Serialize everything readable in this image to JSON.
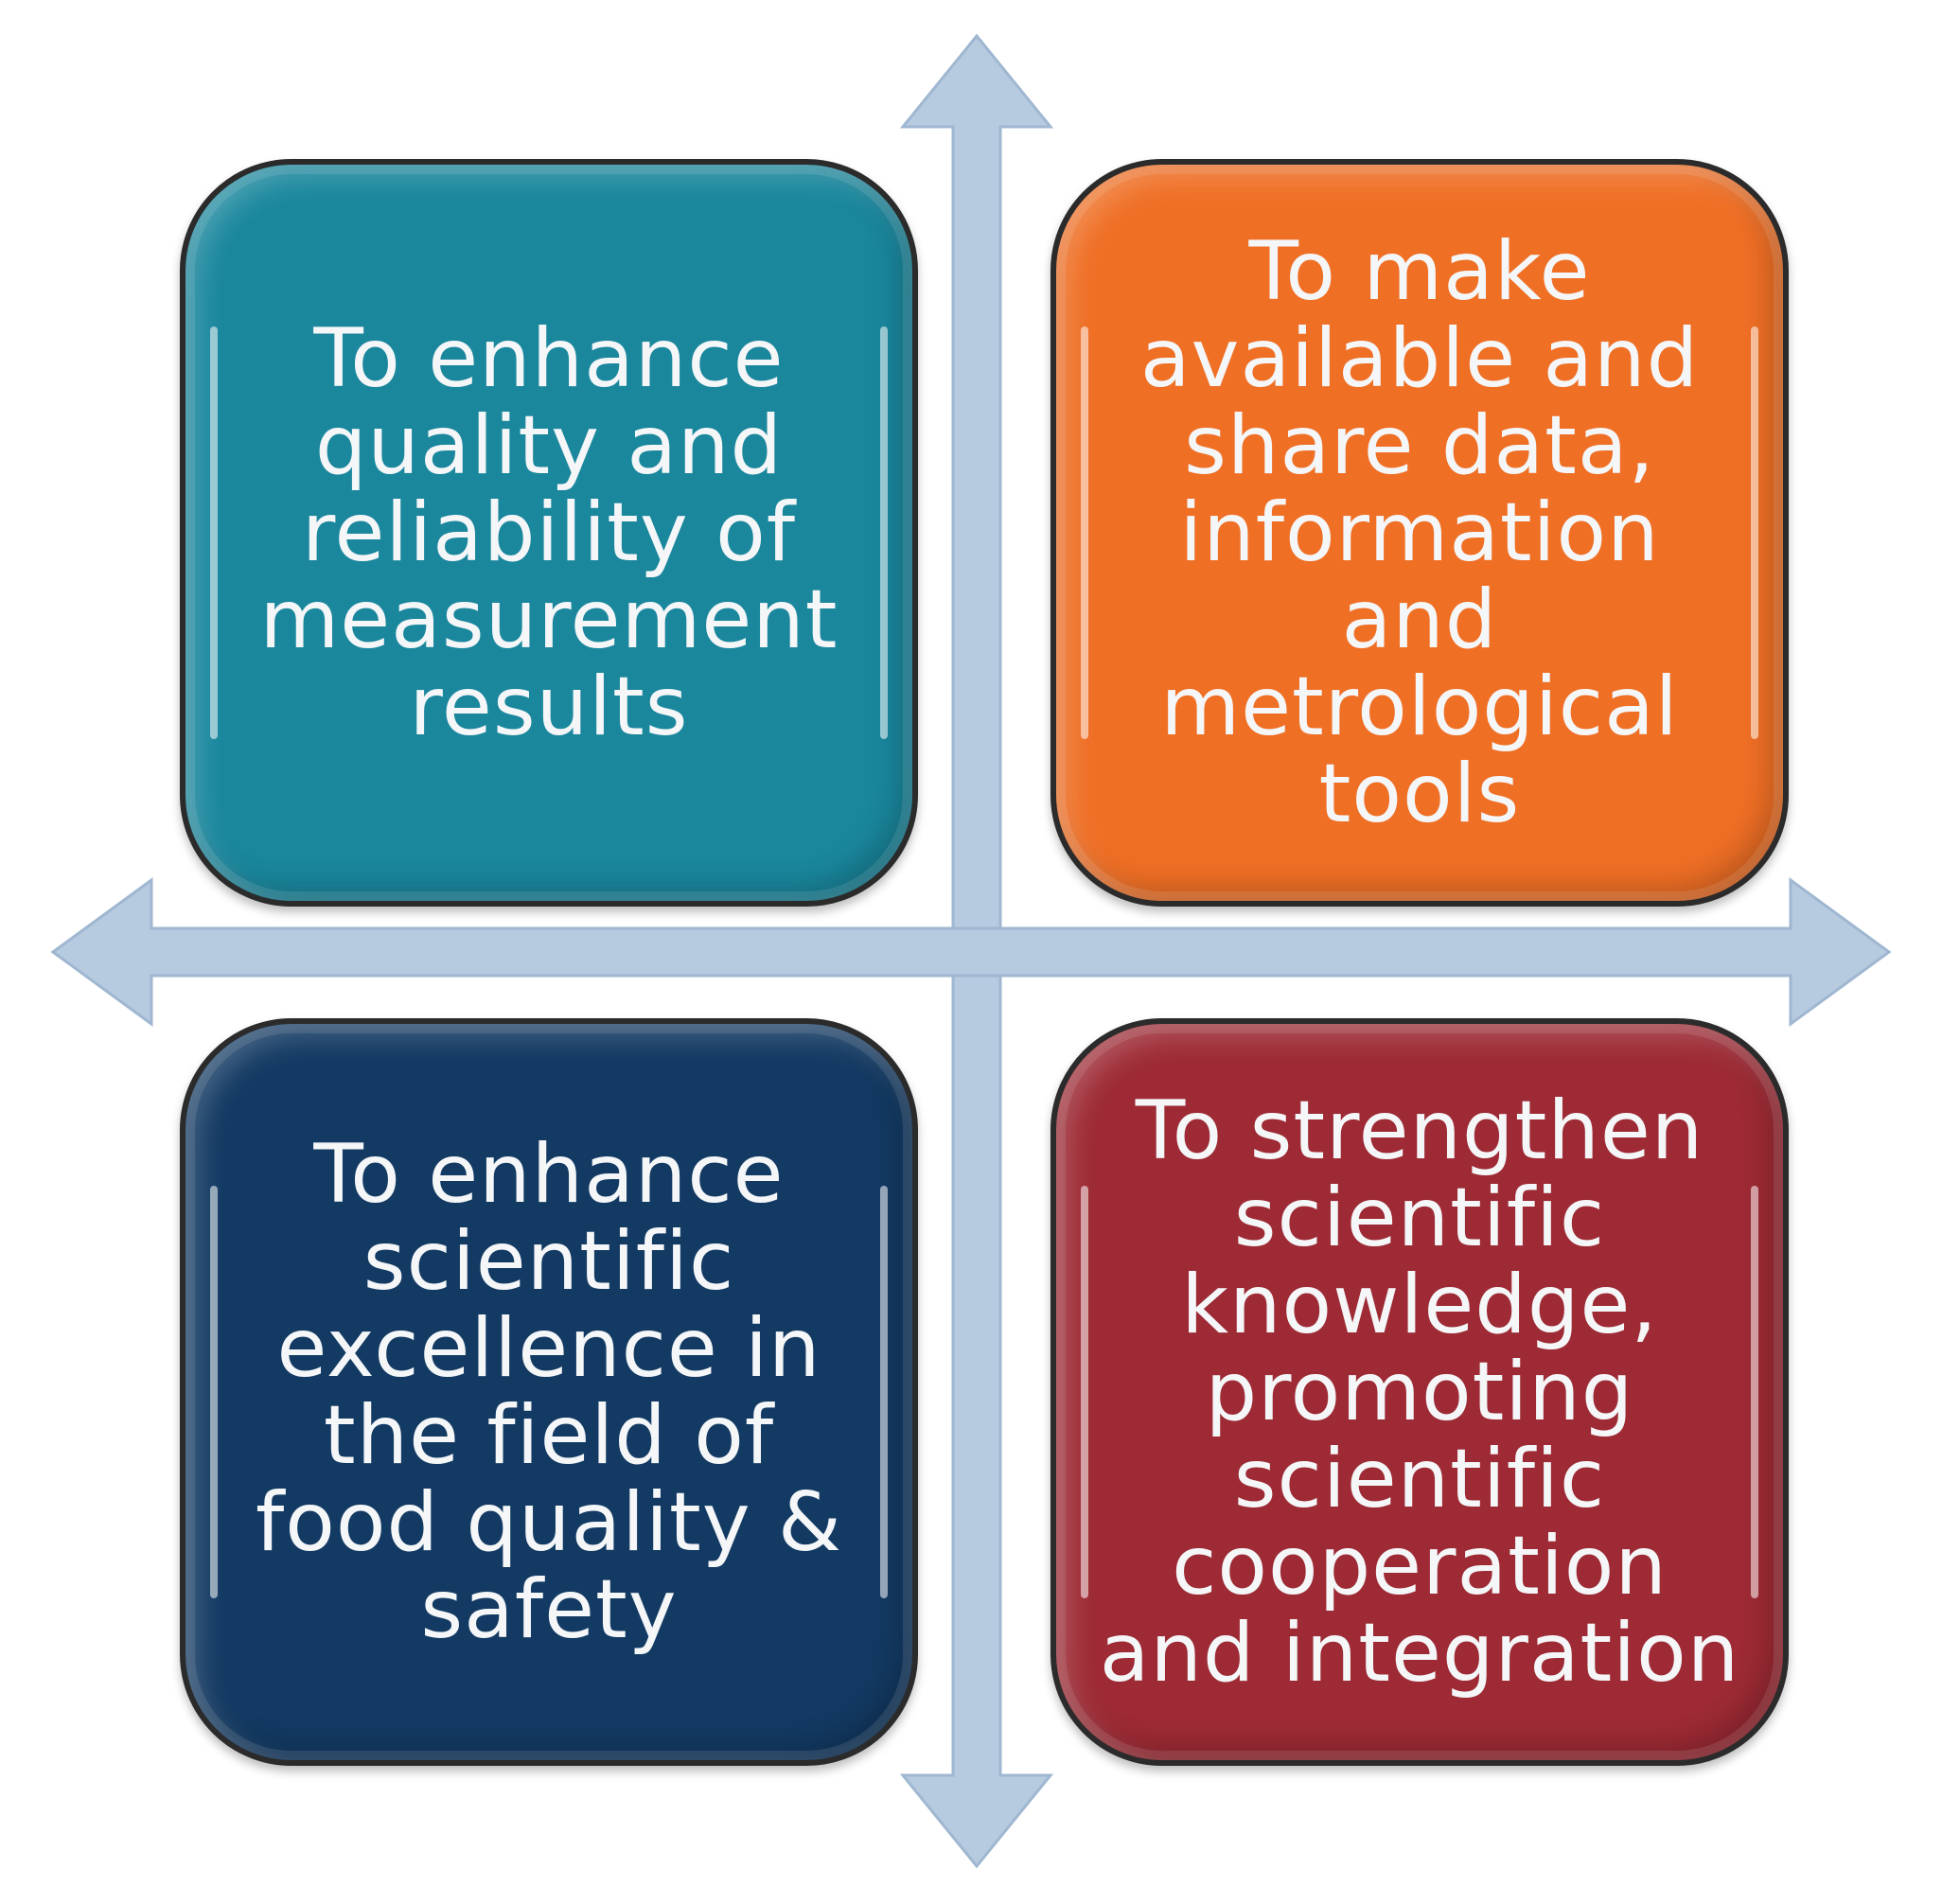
{
  "boxes": {
    "top_left": "To enhance\nquality and\nreliability of\nmeasurement\nresults",
    "top_right": "To make\navailable and\nshare data,\ninformation\nand\nmetrological\ntools",
    "bottom_left": "To enhance\nscientific\nexcellence in\nthe field of\nfood quality &\nsafety",
    "bottom_right": "To strengthen\nscientific\nknowledge,\npromoting\nscientific\ncooperation\nand integration"
  },
  "colors": {
    "top_left": "#1a879d",
    "top_right": "#ef6f25",
    "bottom_left": "#133a63",
    "bottom_right": "#9d2a34",
    "arrows": "#b7cbe0"
  }
}
